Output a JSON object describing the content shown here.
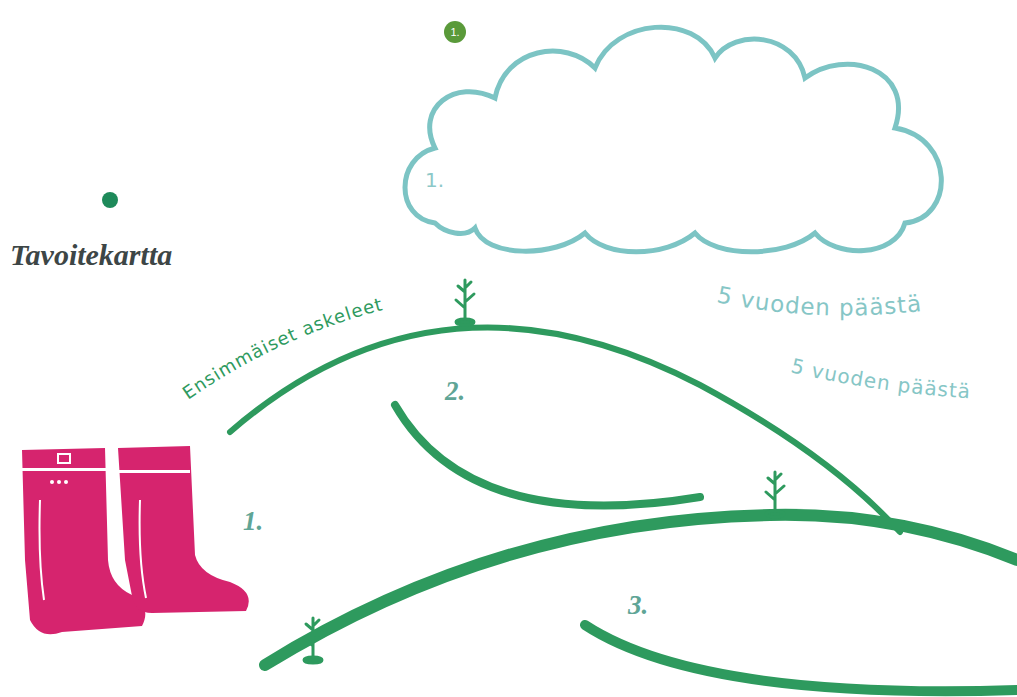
{
  "diagram": {
    "title": "Tavoitekartta",
    "nodes": [
      {
        "text": [
          "1."
        ]
      },
      {
        "text": [
          "1."
        ]
      }
    ],
    "labels": [
      "Ensimmäiset askeleet",
      "5 vuoden päästä",
      "5 vuoden päästä",
      "2.",
      "1.",
      "3."
    ]
  }
}
